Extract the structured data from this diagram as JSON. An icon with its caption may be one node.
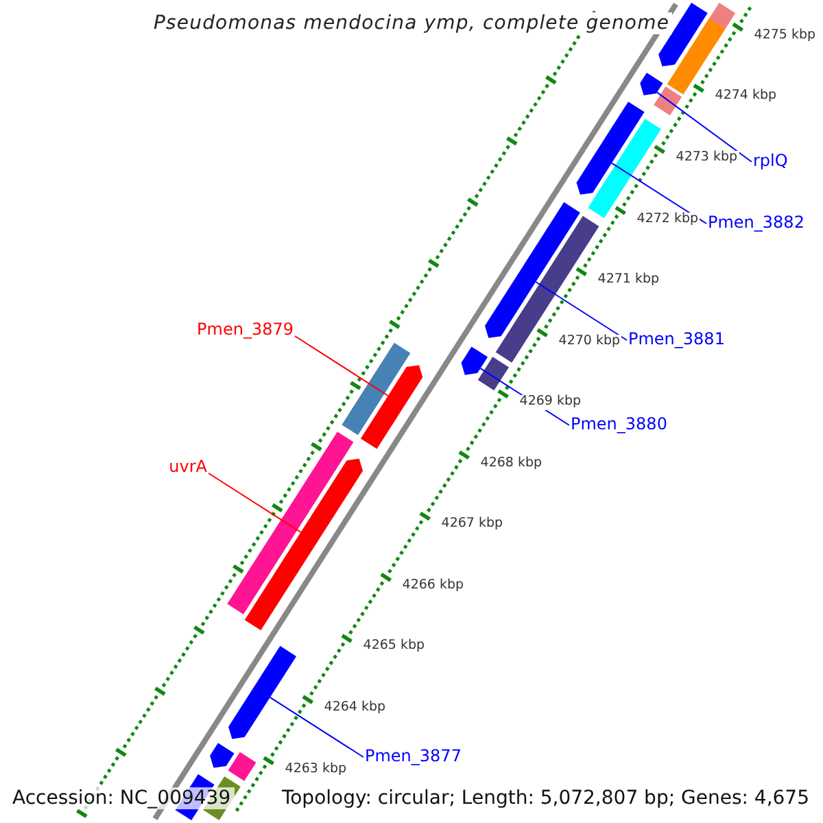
{
  "diagram": {
    "title": "Pseudomonas mendocina ymp, complete genome",
    "nodes": [
      {
        "text": [
          "rplQ"
        ]
      },
      {
        "text": [
          "Pmen_3882"
        ]
      },
      {
        "text": [
          "Pmen_3879"
        ]
      },
      {
        "text": [
          "Pmen_3881"
        ]
      },
      {
        "text": [
          "Pmen_3880"
        ]
      },
      {
        "text": [
          "uvrA"
        ]
      },
      {
        "text": [
          "Pmen_3877"
        ]
      },
      {
        "text": [],
        "shape": "arrow"
      },
      {
        "text": [],
        "shape": "arrow"
      },
      {
        "text": [],
        "shape": "arrow"
      },
      {
        "text": [],
        "shape": "arrow"
      },
      {
        "text": [],
        "shape": "arrow"
      },
      {
        "text": [],
        "shape": "arrow"
      },
      {
        "text": [],
        "shape": "arrow"
      },
      {
        "text": [],
        "shape": "arrow"
      },
      {
        "text": [],
        "shape": "bar"
      },
      {
        "text": [],
        "shape": "bar"
      },
      {
        "text": [],
        "shape": "bar"
      },
      {
        "text": [],
        "shape": "bar"
      },
      {
        "text": [],
        "shape": "bar"
      },
      {
        "text": [],
        "shape": "bar"
      },
      {
        "text": [],
        "shape": "bar"
      },
      {
        "text": [],
        "shape": "bar"
      },
      {
        "text": [],
        "shape": "arrow"
      },
      {
        "text": [],
        "shape": "bar"
      },
      {
        "text": [],
        "shape": "arrow"
      },
      {
        "text": [],
        "shape": "bar"
      }
    ],
    "edges": [
      {
        "from": 0,
        "to": 7,
        "arrow": "none"
      },
      {
        "from": 1,
        "to": 8,
        "arrow": "none"
      },
      {
        "from": 2,
        "to": 11,
        "arrow": "none",
        "color": "#ff0000"
      },
      {
        "from": 3,
        "to": 9,
        "arrow": "none"
      },
      {
        "from": 4,
        "to": 10,
        "arrow": "none"
      },
      {
        "from": 5,
        "to": 12,
        "arrow": "none",
        "color": "#ff0000"
      },
      {
        "from": 6,
        "to": 13,
        "arrow": "none"
      }
    ],
    "labels": [
      "4275 kbp",
      "4274 kbp",
      "4273 kbp",
      "4272 kbp",
      "4271 kbp",
      "4270 kbp",
      "4269 kbp",
      "4268 kbp",
      "4267 kbp",
      "4266 kbp",
      "4265 kbp",
      "4264 kbp",
      "4263 kbp",
      "Accession: NC_009439",
      "Topology: circular; Length: 5,072,807 bp; Genes: 4,675"
    ]
  }
}
